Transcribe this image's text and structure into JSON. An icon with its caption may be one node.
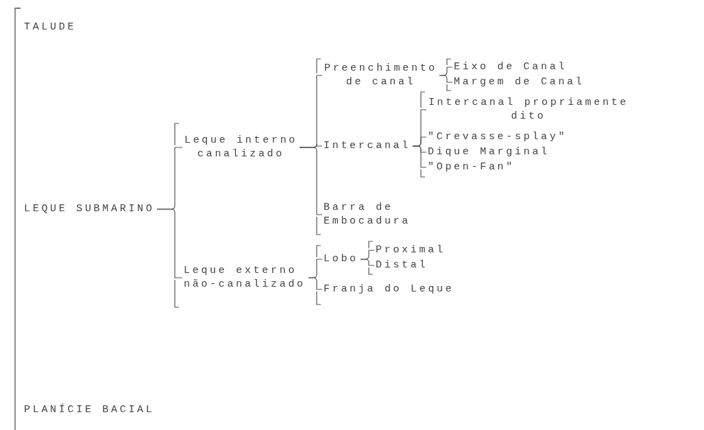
{
  "diagram": {
    "nodes": [
      {
        "text": [
          "TALUDE"
        ]
      },
      {
        "text": [
          "LEQUE SUBMARINO"
        ]
      },
      {
        "text": [
          "PLANÍCIE BACIAL"
        ]
      },
      {
        "text": [
          "Leque interno canalizado"
        ]
      },
      {
        "text": [
          "Leque externo não-canalizado"
        ]
      },
      {
        "text": [
          "Preenchimento de canal"
        ]
      },
      {
        "text": [
          "Intercanal"
        ]
      },
      {
        "text": [
          "Barra de Embocadura"
        ]
      },
      {
        "text": [
          "Lobo"
        ]
      },
      {
        "text": [
          "Franja do Leque"
        ]
      },
      {
        "text": [
          "Eixo de Canal"
        ]
      },
      {
        "text": [
          "Margem de Canal"
        ]
      },
      {
        "text": [
          "Intercanal propriamente dito"
        ]
      },
      {
        "text": [
          "\"Crevasse-splay\""
        ]
      },
      {
        "text": [
          "Dique Marginal"
        ]
      },
      {
        "text": [
          "\"Open-Fan\""
        ]
      },
      {
        "text": [
          "Proximal"
        ]
      },
      {
        "text": [
          "Distal"
        ]
      }
    ],
    "edges": [
      {
        "from": 1,
        "to": 3,
        "arrow": "none"
      },
      {
        "from": 1,
        "to": 4,
        "arrow": "none"
      },
      {
        "from": 3,
        "to": 5,
        "arrow": "none"
      },
      {
        "from": 3,
        "to": 6,
        "arrow": "none"
      },
      {
        "from": 3,
        "to": 7,
        "arrow": "none"
      },
      {
        "from": 4,
        "to": 8,
        "arrow": "none"
      },
      {
        "from": 4,
        "to": 9,
        "arrow": "none"
      },
      {
        "from": 5,
        "to": 10,
        "arrow": "none"
      },
      {
        "from": 5,
        "to": 11,
        "arrow": "none"
      },
      {
        "from": 6,
        "to": 12,
        "arrow": "none"
      },
      {
        "from": 6,
        "to": 13,
        "arrow": "none"
      },
      {
        "from": 6,
        "to": 14,
        "arrow": "none"
      },
      {
        "from": 6,
        "to": 15,
        "arrow": "none"
      },
      {
        "from": 8,
        "to": 16,
        "arrow": "none"
      },
      {
        "from": 8,
        "to": 17,
        "arrow": "none"
      }
    ]
  }
}
